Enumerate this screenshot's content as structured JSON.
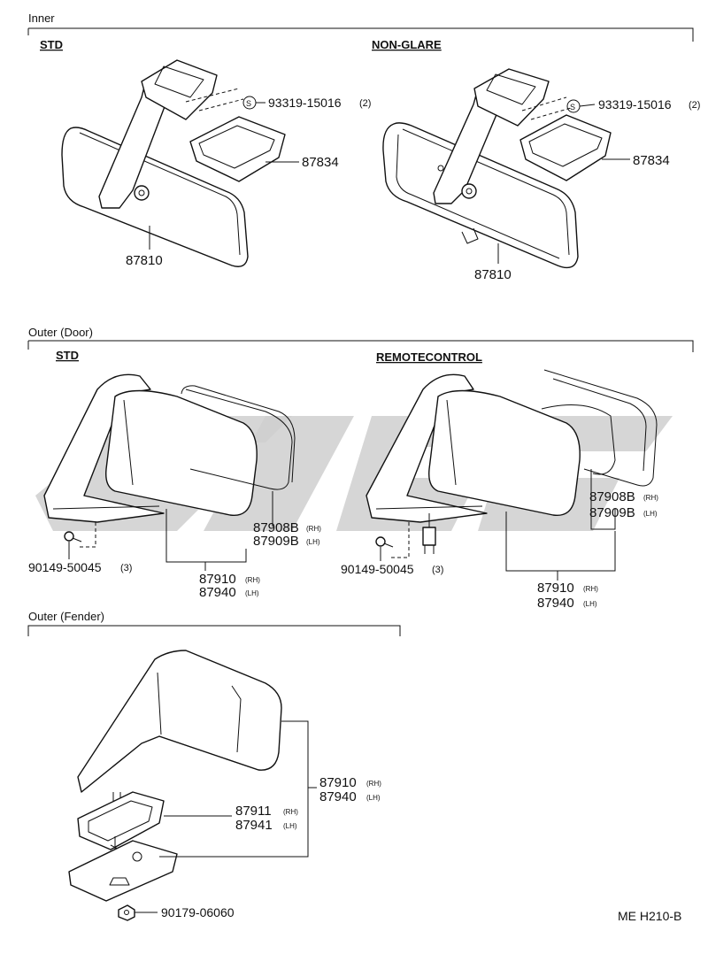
{
  "sections": {
    "inner": {
      "title": "Inner",
      "std_label": "STD",
      "nonglare_label": "NON-GLARE",
      "parts": {
        "screw": "93319-15016",
        "screw_qty": "(2)",
        "cover": "87834",
        "mirror": "87810"
      }
    },
    "outer_door": {
      "title": "Outer (Door)",
      "std_label": "STD",
      "remote_label": "REMOTECONTROL",
      "parts": {
        "glass_rh": "87908B",
        "glass_lh": "87909B",
        "mirror_rh": "87910",
        "mirror_lh": "87940",
        "screw": "90149-50045",
        "screw_qty": "(3)",
        "rh": "(RH)",
        "lh": "(LH)"
      }
    },
    "outer_fender": {
      "title": "Outer (Fender)",
      "parts": {
        "mirror_rh": "87910",
        "mirror_lh": "87940",
        "base_rh": "87911",
        "base_lh": "87941",
        "nut": "90179-06060",
        "rh": "(RH)",
        "lh": "(LH)"
      }
    }
  },
  "screw_symbol": "S",
  "drawing_code": "ME H210-B"
}
